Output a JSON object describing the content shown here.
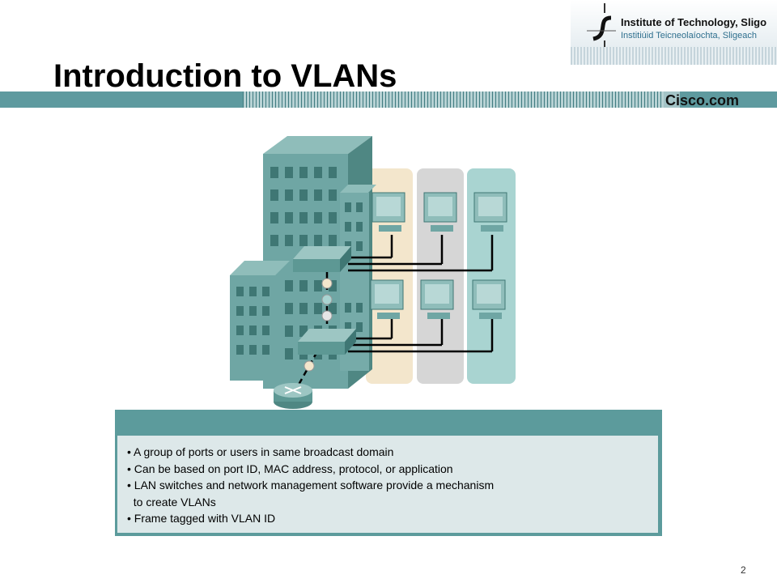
{
  "slide": {
    "title": "Introduction to VLANs",
    "page_number": "2"
  },
  "logo": {
    "line1": "Institute of Technology, Sligo",
    "line2": "Institiúid Teicneolaíochta, Sligeach"
  },
  "header_bar": {
    "brand": "Cisco.com"
  },
  "bullets": [
    "• A group of ports or users in same broadcast domain",
    "• Can be based on port ID, MAC address, protocol, or application",
    "• LAN switches and network management software provide a mechanism",
    "  to create VLANs",
    "• Frame tagged with VLAN ID"
  ],
  "colors": {
    "bar_dark": "#5e9a9f",
    "vlan_1": "#f3e6cc",
    "vlan_2": "#d6d6d6",
    "vlan_3": "#a9d4d1",
    "building": "#6fa6a4"
  },
  "icons": [
    "building-icon",
    "switch-icon",
    "router-icon",
    "computer-icon"
  ]
}
